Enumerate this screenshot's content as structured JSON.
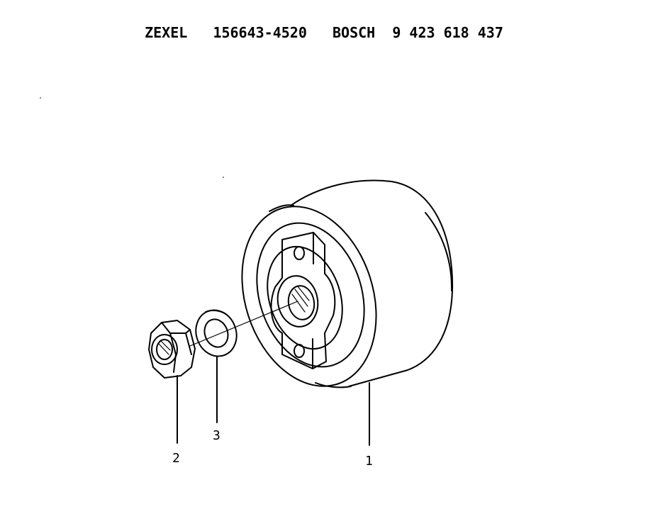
{
  "header": {
    "brand1": "ZEXEL",
    "part1": "156643-4520",
    "brand2": "BOSCH",
    "part2": "9 423 618 437"
  },
  "callouts": [
    {
      "id": "1"
    },
    {
      "id": "2"
    },
    {
      "id": "3"
    }
  ]
}
